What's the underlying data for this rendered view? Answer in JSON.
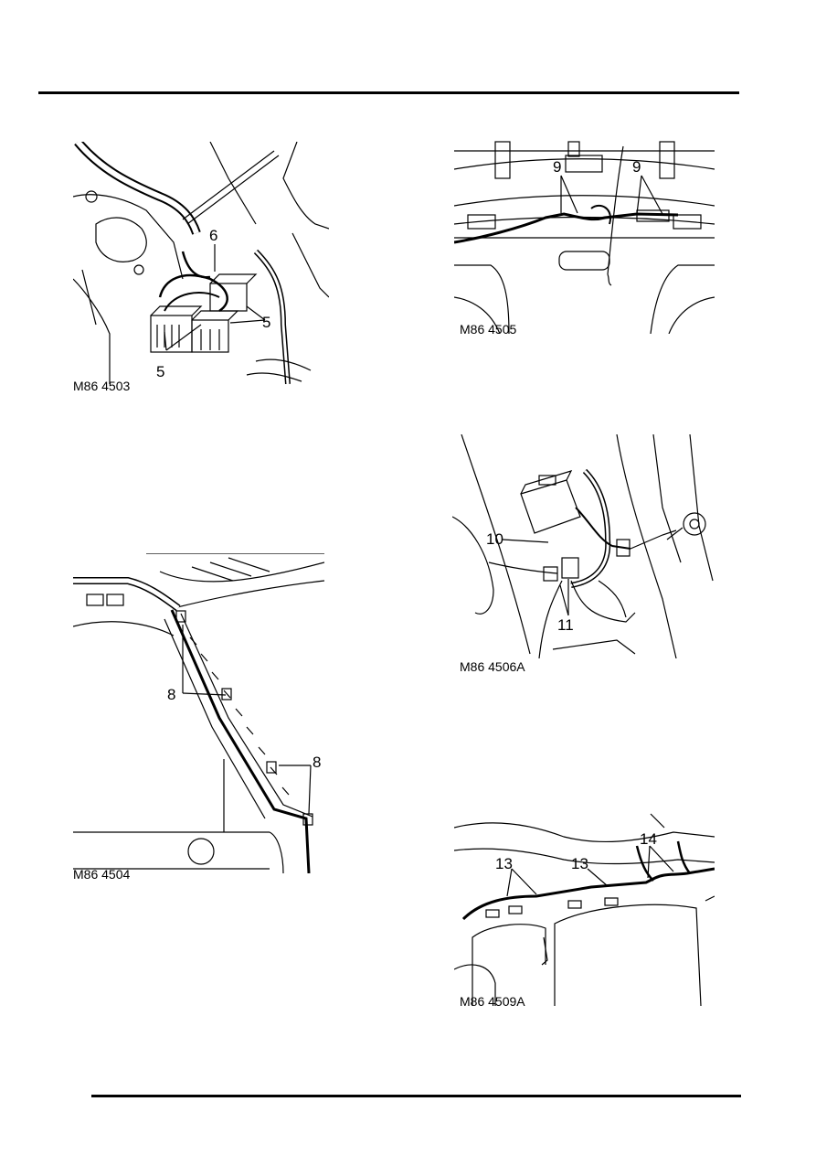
{
  "figures": [
    {
      "id": "M86 4503",
      "caption": "M86 4503",
      "callouts": [
        "6",
        "5",
        "5"
      ]
    },
    {
      "id": "M86 4505",
      "caption": "M86 4505",
      "callouts": [
        "9",
        "9"
      ]
    },
    {
      "id": "M86 4506A",
      "caption": "M86 4506A",
      "callouts": [
        "10",
        "11"
      ]
    },
    {
      "id": "M86 4504",
      "caption": "M86 4504",
      "callouts": [
        "8",
        "8"
      ]
    },
    {
      "id": "M86 4509A",
      "caption": "M86 4509A",
      "callouts": [
        "13",
        "13",
        "14"
      ]
    }
  ]
}
